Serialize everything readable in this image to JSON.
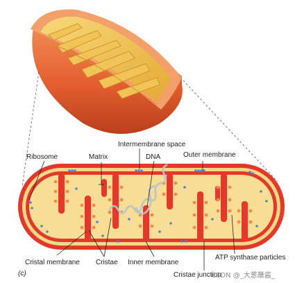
{
  "labels": {
    "ribosome": "Ribosome",
    "matrix": "Matrix",
    "intermembrane_space": "Intermembrane space",
    "dna": "DNA",
    "outer_membrane": "Outer membrane",
    "cristal_membrane": "Cristal membrane",
    "cristae": "Cristae",
    "inner_membrane": "Inner membrane",
    "cristae_junction": "Cristae junction",
    "atp_synthase": "ATP synthase particles"
  },
  "panel_letter": "(c)",
  "watermark": "CSDN @_大葱蘸酱_",
  "colors": {
    "outer_shell": "#e8643a",
    "inner_red": "#e23a2a",
    "matrix_fill": "#f6d788",
    "cristae_gold": "#e9b23c",
    "ribosome_blue": "#4f86c6",
    "dna_gray": "#b9c3cc",
    "atp_orange": "#f08a4b"
  }
}
